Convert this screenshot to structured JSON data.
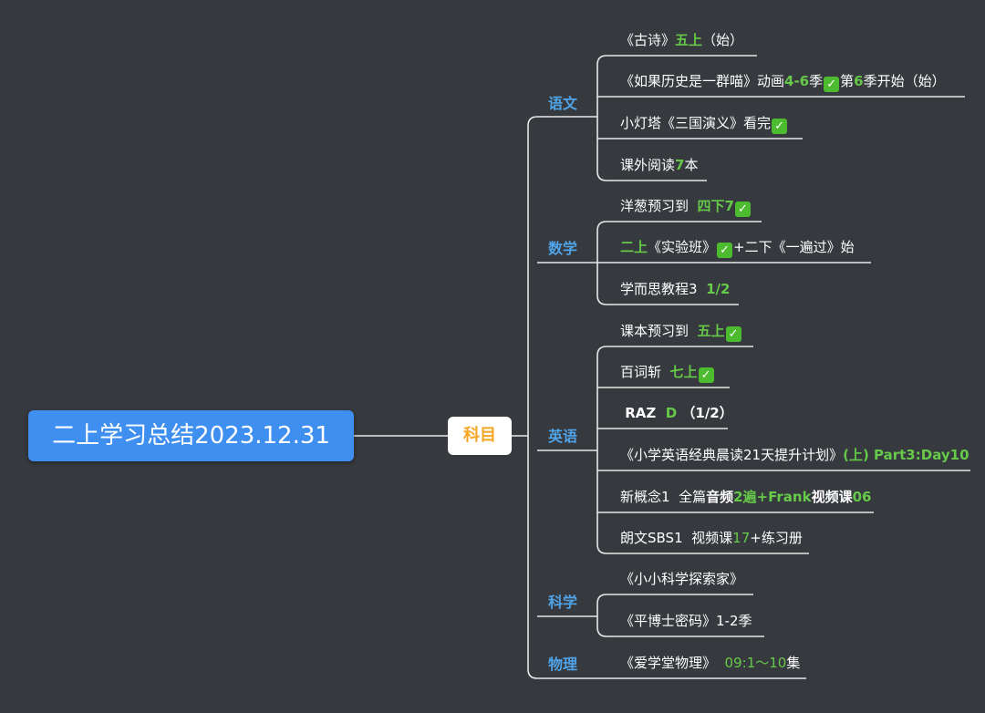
{
  "root": {
    "label": "二上学习总结2023.12.31"
  },
  "hub": {
    "label": "科目"
  },
  "subjects": [
    {
      "name": "语文",
      "items": [
        {
          "segments": [
            {
              "t": "《古诗》",
              "s": "n"
            },
            {
              "t": "五上",
              "s": "g"
            },
            {
              "t": "（始）",
              "s": "n"
            }
          ]
        },
        {
          "segments": [
            {
              "t": "《如果历史是一群喵》动画",
              "s": "n"
            },
            {
              "t": "4-6",
              "s": "g"
            },
            {
              "t": "季",
              "s": "n"
            },
            {
              "t": "✓",
              "s": "c"
            },
            {
              "t": "第",
              "s": "n"
            },
            {
              "t": "6",
              "s": "g"
            },
            {
              "t": "季开始（始）",
              "s": "n"
            }
          ]
        },
        {
          "segments": [
            {
              "t": "小灯塔《三国演义》看完",
              "s": "n"
            },
            {
              "t": "✓",
              "s": "c"
            }
          ]
        },
        {
          "segments": [
            {
              "t": "课外阅读",
              "s": "n"
            },
            {
              "t": "7",
              "s": "g"
            },
            {
              "t": "本",
              "s": "n"
            }
          ]
        }
      ]
    },
    {
      "name": "数学",
      "items": [
        {
          "segments": [
            {
              "t": "洋葱预习到  ",
              "s": "n"
            },
            {
              "t": "四下7",
              "s": "g"
            },
            {
              "t": "✓",
              "s": "c"
            }
          ]
        },
        {
          "segments": [
            {
              "t": "二上",
              "s": "g"
            },
            {
              "t": "《实验班》",
              "s": "n"
            },
            {
              "t": "✓",
              "s": "c"
            },
            {
              "t": "+二下《一遍过》始",
              "s": "n"
            }
          ]
        },
        {
          "segments": [
            {
              "t": "学而思教程3  ",
              "s": "n"
            },
            {
              "t": "1/2",
              "s": "g"
            }
          ]
        }
      ]
    },
    {
      "name": "英语",
      "items": [
        {
          "segments": [
            {
              "t": "课本预习到  ",
              "s": "n"
            },
            {
              "t": "五上",
              "s": "g"
            },
            {
              "t": "✓",
              "s": "c"
            }
          ]
        },
        {
          "segments": [
            {
              "t": "百词斩  ",
              "s": "n"
            },
            {
              "t": "七上",
              "s": "g"
            },
            {
              "t": "✓",
              "s": "c"
            }
          ]
        },
        {
          "segments": [
            {
              "t": " RAZ ",
              "s": "b"
            },
            {
              "t": " D ",
              "s": "g"
            },
            {
              "t": "（1/2）",
              "s": "b"
            }
          ]
        },
        {
          "segments": [
            {
              "t": "《小学英语经典晨读21天提升计划》",
              "s": "n"
            },
            {
              "t": "(上) Part3:Day10",
              "s": "g"
            }
          ]
        },
        {
          "segments": [
            {
              "t": "新概念1  全篇",
              "s": "n"
            },
            {
              "t": "音频",
              "s": "b"
            },
            {
              "t": "2遍+Frank",
              "s": "g"
            },
            {
              "t": "视频课",
              "s": "b"
            },
            {
              "t": "06",
              "s": "g"
            }
          ]
        },
        {
          "segments": [
            {
              "t": "朗文SBS1  视频课",
              "s": "n"
            },
            {
              "t": "17",
              "s": "gn"
            },
            {
              "t": "+练习册",
              "s": "n"
            }
          ]
        }
      ]
    },
    {
      "name": "科学",
      "items": [
        {
          "segments": [
            {
              "t": "《小小科学探索家》",
              "s": "n"
            }
          ]
        },
        {
          "segments": [
            {
              "t": "《平博士密码》1-2季",
              "s": "n"
            }
          ]
        }
      ]
    },
    {
      "name": "物理",
      "items": [
        {
          "segments": [
            {
              "t": "《爱学堂物理》  ",
              "s": "n"
            },
            {
              "t": "09:1～10",
              "s": "gn"
            },
            {
              "t": "集",
              "s": "n"
            }
          ]
        }
      ]
    }
  ],
  "colors": {
    "background": "#36393d",
    "root": "#3f8ff0",
    "subject": "#4fa3e8",
    "hub_text": "#f5a623",
    "highlight": "#66c94a",
    "line": "#e8e8e8"
  },
  "icons": {
    "check": "white-check-mark-icon"
  }
}
